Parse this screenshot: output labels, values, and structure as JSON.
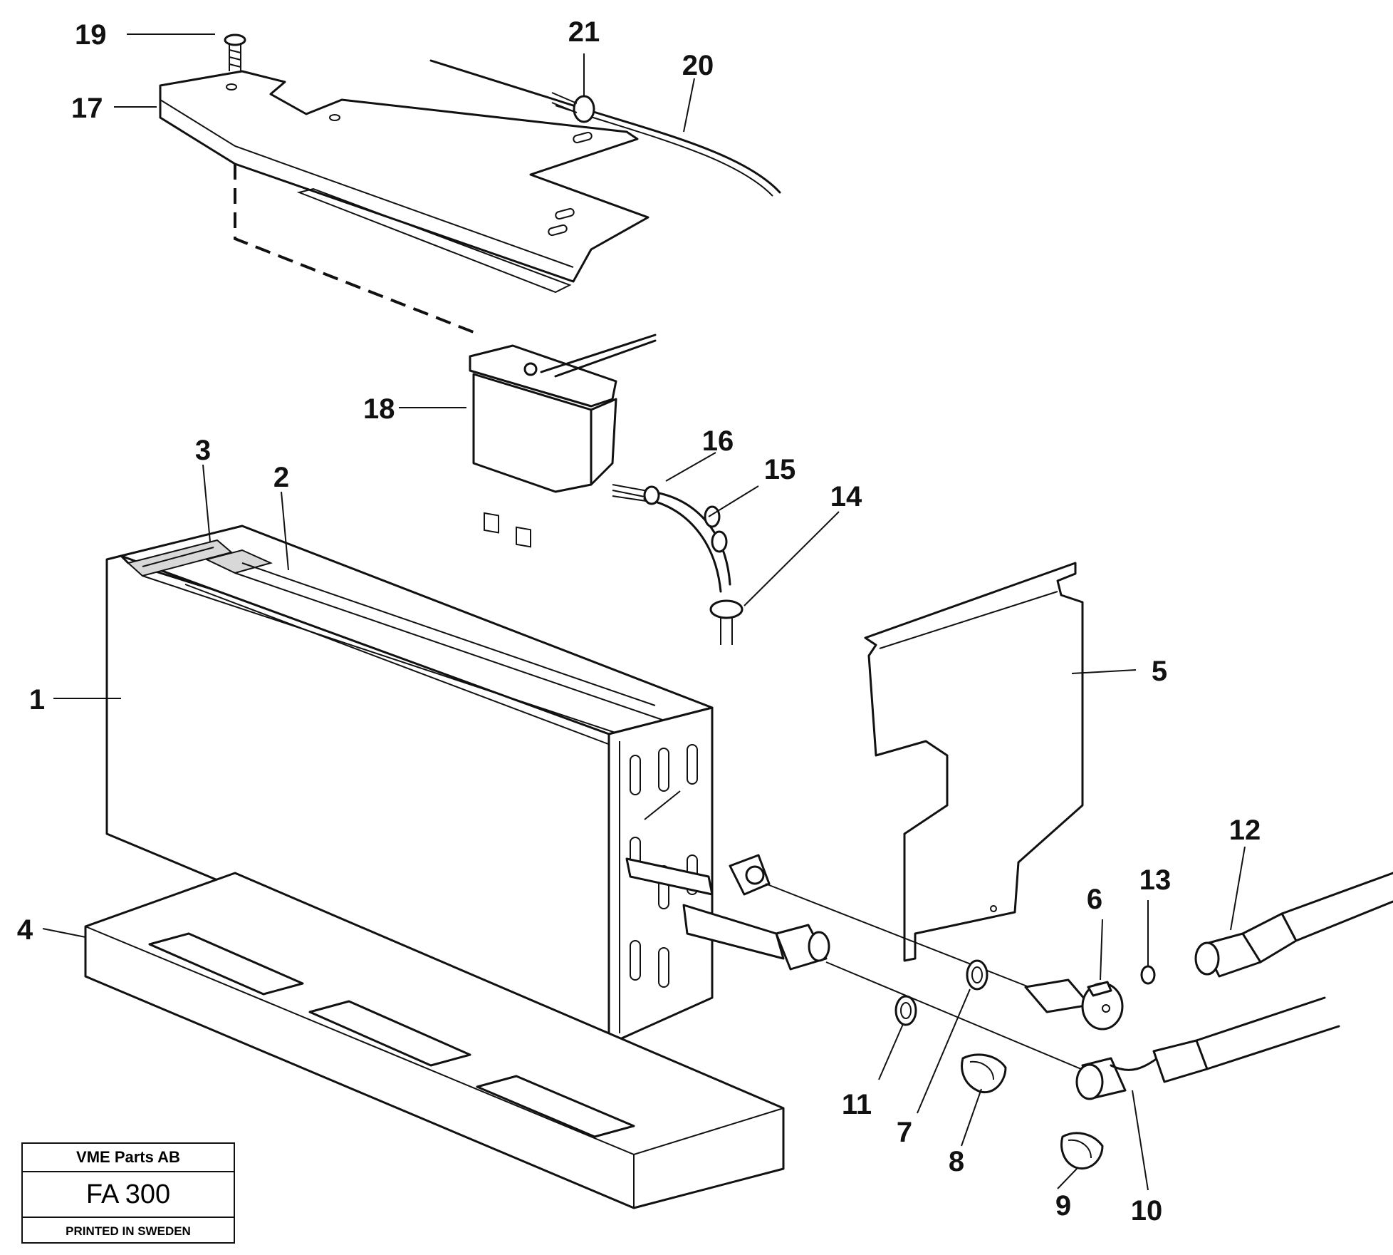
{
  "callouts": [
    {
      "id": "1",
      "label": "1"
    },
    {
      "id": "2",
      "label": "2"
    },
    {
      "id": "3",
      "label": "3"
    },
    {
      "id": "4",
      "label": "4"
    },
    {
      "id": "5",
      "label": "5"
    },
    {
      "id": "6",
      "label": "6"
    },
    {
      "id": "7",
      "label": "7"
    },
    {
      "id": "8",
      "label": "8"
    },
    {
      "id": "9",
      "label": "9"
    },
    {
      "id": "10",
      "label": "10"
    },
    {
      "id": "11",
      "label": "11"
    },
    {
      "id": "12",
      "label": "12"
    },
    {
      "id": "13",
      "label": "13"
    },
    {
      "id": "14",
      "label": "14"
    },
    {
      "id": "15",
      "label": "15"
    },
    {
      "id": "16",
      "label": "16"
    },
    {
      "id": "17",
      "label": "17"
    },
    {
      "id": "18",
      "label": "18"
    },
    {
      "id": "19",
      "label": "19"
    },
    {
      "id": "20",
      "label": "20"
    },
    {
      "id": "21",
      "label": "21"
    }
  ],
  "title_block": {
    "company": "VME Parts AB",
    "figure_code": "FA 300",
    "printed": "PRINTED IN SWEDEN"
  }
}
